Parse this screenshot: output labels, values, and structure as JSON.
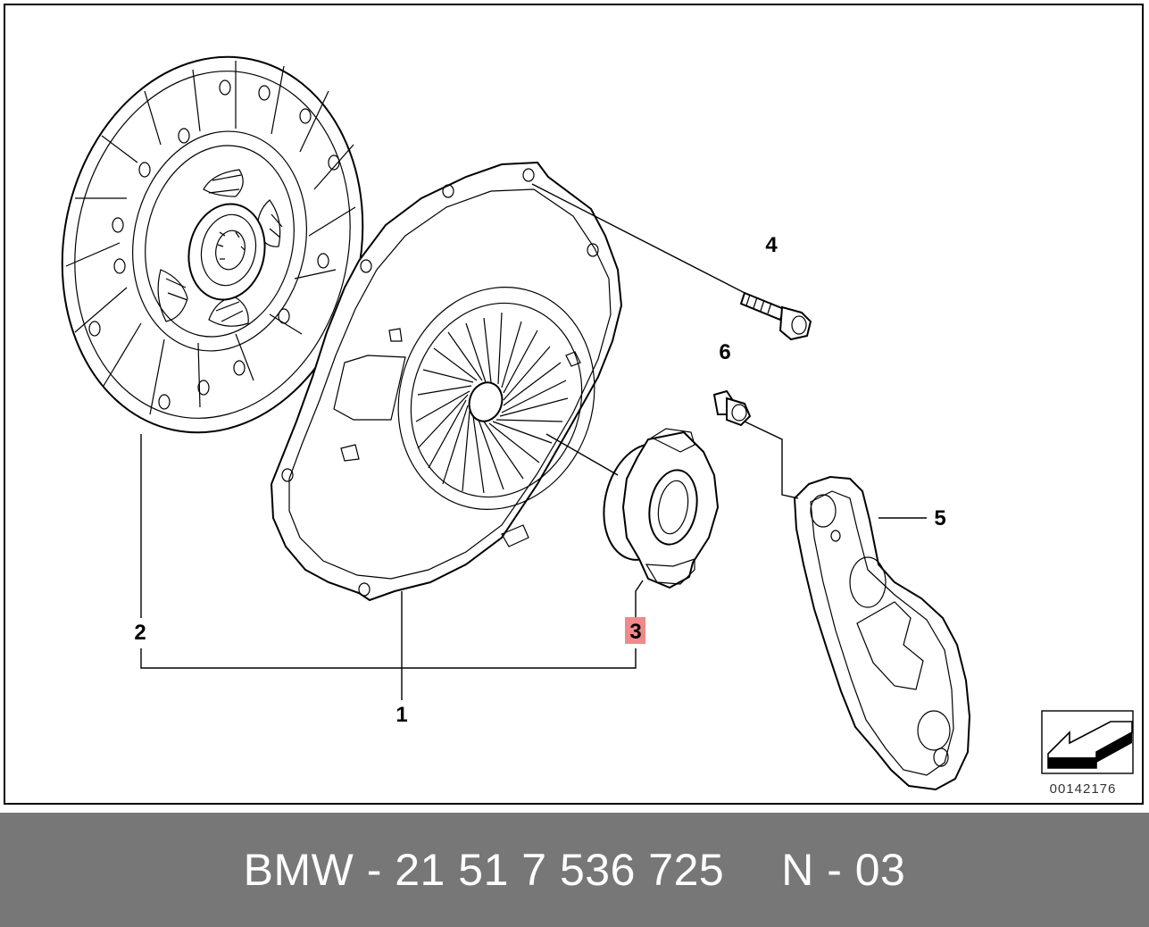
{
  "callouts": {
    "c1": "1",
    "c2": "2",
    "c3": "3",
    "c4": "4",
    "c5": "5",
    "c6": "6"
  },
  "highlighted_callout": "3",
  "highlight_color": "#f08a8a",
  "diagram_id": "00142176",
  "footer": {
    "brand_part": "BMW - 21 51 7 536 725",
    "code": "N - 03"
  },
  "colors": {
    "footer_bg": "#777777",
    "footer_text": "#ffffff"
  },
  "icons": [
    "clutch-disc-icon",
    "pressure-plate-icon",
    "release-bearing-icon",
    "bolt-icon",
    "release-lever-icon",
    "pivot-pin-icon",
    "view-direction-arrow-icon"
  ]
}
